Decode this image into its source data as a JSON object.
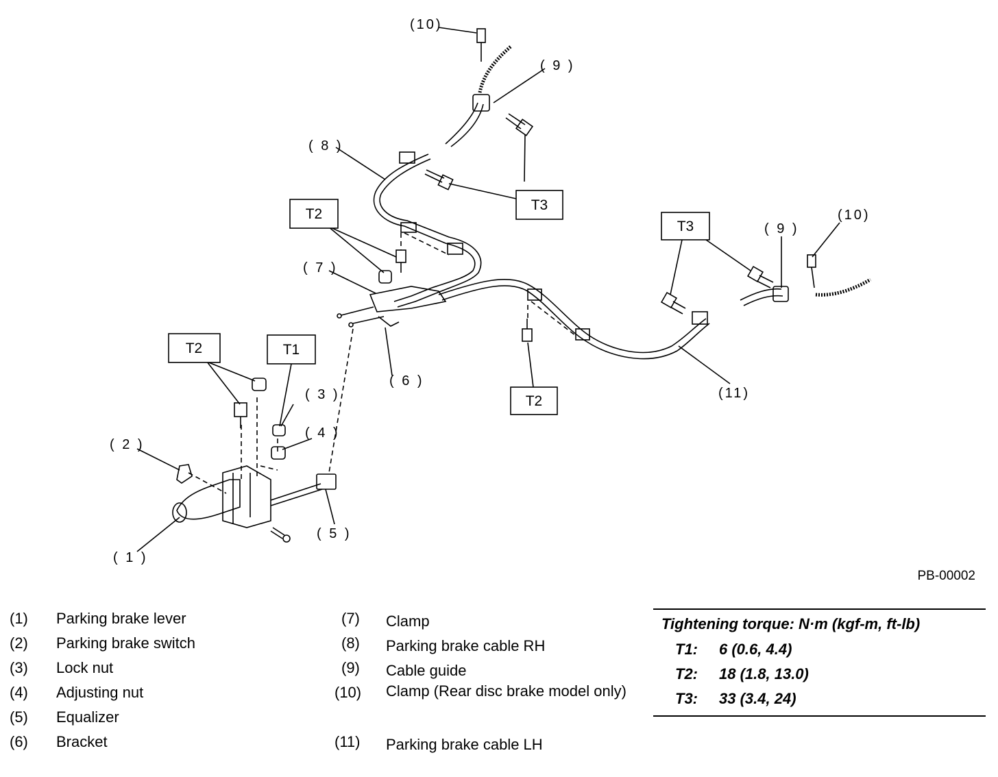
{
  "diagram": {
    "callouts": {
      "c1": "( 1 )",
      "c2": "( 2 )",
      "c3": "( 3 )",
      "c4": "( 4 )",
      "c5": "( 5 )",
      "c6": "( 6 )",
      "c7": "( 7 )",
      "c8": "( 8 )",
      "c9a": "( 9 )",
      "c9b": "( 9 )",
      "c10a": "(10)",
      "c10b": "(10)",
      "c11": "(11)"
    },
    "torque_boxes": {
      "t1": "T1",
      "t2a": "T2",
      "t2b": "T2",
      "t2c": "T2",
      "t3a": "T3",
      "t3b": "T3"
    },
    "figure_ref": "PB-00002"
  },
  "legend": {
    "left": [
      {
        "num": "(1)",
        "text": "Parking brake lever"
      },
      {
        "num": "(2)",
        "text": "Parking brake switch"
      },
      {
        "num": "(3)",
        "text": "Lock nut"
      },
      {
        "num": "(4)",
        "text": "Adjusting nut"
      },
      {
        "num": "(5)",
        "text": "Equalizer"
      },
      {
        "num": "(6)",
        "text": "Bracket"
      }
    ],
    "mid": [
      {
        "num": "(7)",
        "text": "Clamp"
      },
      {
        "num": "(8)",
        "text": "Parking brake cable RH"
      },
      {
        "num": "(9)",
        "text": "Cable guide"
      },
      {
        "num": "(10)",
        "text": "Clamp (Rear disc brake model only)"
      },
      {
        "num": "(11)",
        "text": "Parking brake cable LH"
      }
    ]
  },
  "torque": {
    "title": "Tightening torque: N·m (kgf-m, ft-lb)",
    "rows": [
      {
        "key": "T1:",
        "value": "6 (0.6, 4.4)"
      },
      {
        "key": "T2:",
        "value": "18 (1.8, 13.0)"
      },
      {
        "key": "T3:",
        "value": "33 (3.4, 24)"
      }
    ]
  }
}
